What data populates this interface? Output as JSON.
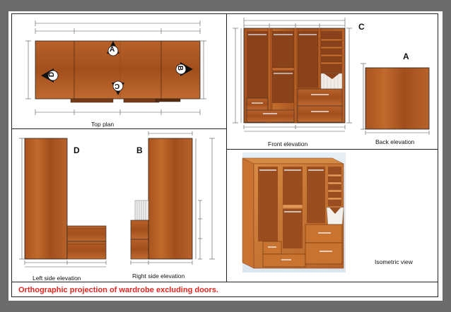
{
  "panels": {
    "top_plan": {
      "title": "Top plan",
      "markers": [
        "A",
        "B",
        "C",
        "D"
      ]
    },
    "front_elevation": {
      "title": "Front elevation",
      "letter": "C"
    },
    "back_elevation": {
      "title": "Back elevation",
      "letter": "A"
    },
    "left_side_elevation": {
      "title": "Left side elevation",
      "letter": "D"
    },
    "right_side_elevation": {
      "title": "Right side elevation",
      "letter": "B"
    },
    "isometric_view": {
      "title": "Isometric view"
    }
  },
  "caption": "Orthographic projection of wardrobe excluding doors.",
  "colors": {
    "wood": "#b05a24",
    "wood_dark": "#7a3a14",
    "wood_light": "#d1833f",
    "frame": "#6b6b6b",
    "caption": "#e0261f"
  }
}
